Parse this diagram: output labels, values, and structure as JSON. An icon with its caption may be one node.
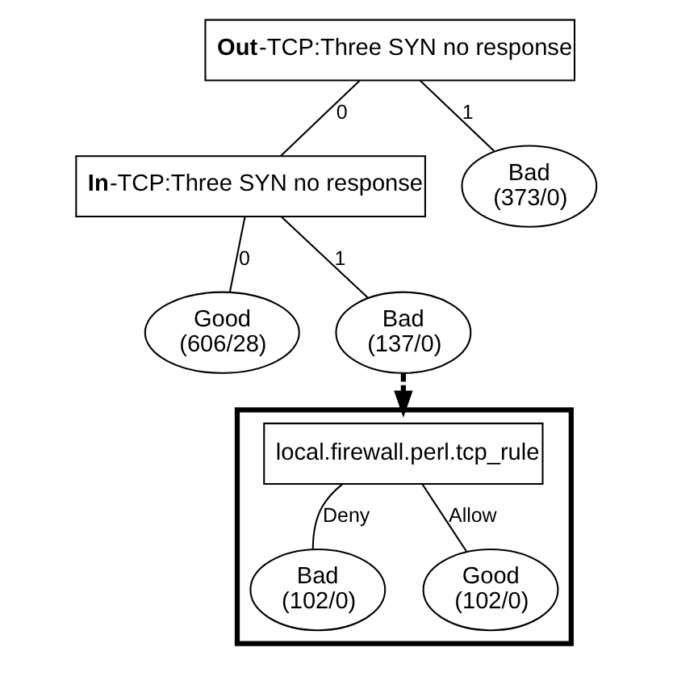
{
  "diagram": {
    "nodes": [
      {
        "text": [
          "**Out**-TCP:Three SYN no response"
        ]
      },
      {
        "text": [
          "**In**-TCP:Three SYN no response"
        ]
      },
      {
        "text": [
          "Bad",
          "(373/0)"
        ]
      },
      {
        "text": [
          "Good",
          "(606/28)"
        ]
      },
      {
        "text": [
          "Bad",
          "(137/0)"
        ]
      },
      {
        "text": [],
        "shape": "box"
      },
      {
        "text": [
          "local.firewall.perl.tcp_rule"
        ],
        "in": 5
      },
      {
        "text": [
          "Bad",
          "(102/0)"
        ],
        "in": 5
      },
      {
        "text": [
          "Good",
          "(102/0)"
        ],
        "in": 5
      }
    ],
    "edges": [
      {
        "from": 0,
        "to": 1,
        "arrow": "none",
        "label": "0"
      },
      {
        "from": 0,
        "to": 2,
        "arrow": "none",
        "label": "1"
      },
      {
        "from": 1,
        "to": 3,
        "arrow": "none",
        "label": "0"
      },
      {
        "from": 1,
        "to": 4,
        "arrow": "none",
        "label": "1"
      },
      {
        "from": 4,
        "to": 5,
        "arrow": "to",
        "style": "dashed"
      },
      {
        "from": 6,
        "to": 7,
        "arrow": "none",
        "label": "Deny"
      },
      {
        "from": 6,
        "to": 8,
        "arrow": "none",
        "label": "Allow"
      }
    ]
  }
}
